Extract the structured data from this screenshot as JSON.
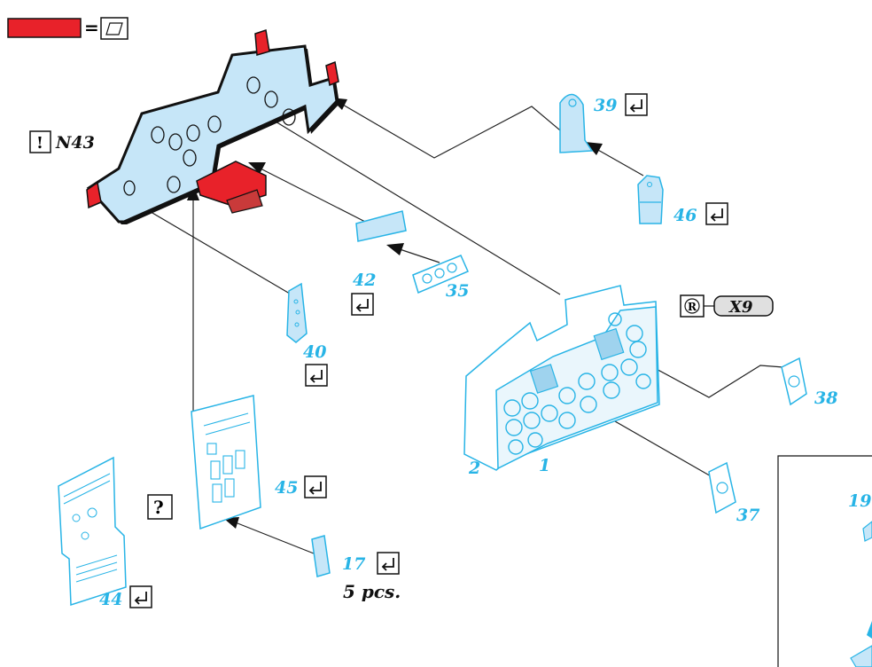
{
  "colors": {
    "part_blue": "#28b4e6",
    "part_fill": "#c6e6f8",
    "part_fill_dark": "#9fd3ee",
    "highlight_red": "#e8222a",
    "ink": "#111111",
    "leader": "#222222"
  },
  "legend": {
    "equals": "=",
    "symbol_icon": "decal-sheet-icon"
  },
  "callouts": {
    "n43_mark": "!",
    "n43_label": "N43",
    "unknown_mark": "?",
    "x9_icon": "registered-mark-icon",
    "x9_label": "X9"
  },
  "parts": {
    "p39": "39",
    "p46": "46",
    "p42": "42",
    "p35": "35",
    "p40": "40",
    "p45": "45",
    "p44": "44",
    "p17": "17",
    "p17_qty": "5 pcs.",
    "p38": "38",
    "p37": "37",
    "p1": "1",
    "p2": "2",
    "p19": "19"
  },
  "icons": {
    "bend": "bend-arrow-icon"
  }
}
